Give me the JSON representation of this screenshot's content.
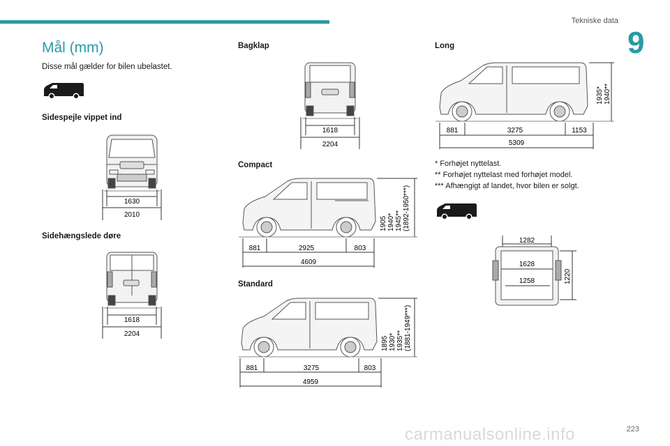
{
  "header": {
    "section_title": "Tekniske data",
    "chapter_number": "9",
    "page_number": "223"
  },
  "left": {
    "title": "Mål (mm)",
    "intro": "Disse mål gælder for bilen ubelastet.",
    "mirror_heading": "Sidespejle vippet ind",
    "mirror_dims": {
      "inner": "1630",
      "outer": "2010"
    },
    "side_door_heading": "Sidehængslede døre",
    "side_door_dims": {
      "inner": "1618",
      "outer": "2204"
    }
  },
  "middle": {
    "tailgate_heading": "Bagklap",
    "tailgate_dims": {
      "inner": "1618",
      "outer": "2204"
    },
    "compact": {
      "heading": "Compact",
      "front": "881",
      "wheelbase": "2925",
      "rear": "803",
      "total": "4609",
      "heights": [
        "1905",
        "1940*",
        "1945**",
        "(1892-1950***)"
      ]
    },
    "standard": {
      "heading": "Standard",
      "front": "881",
      "wheelbase": "3275",
      "rear": "803",
      "total": "4959",
      "heights": [
        "1895",
        "1930*",
        "1935**",
        "(1881-1949***)"
      ]
    }
  },
  "right": {
    "long": {
      "heading": "Long",
      "front": "881",
      "wheelbase": "3275",
      "rear": "1153",
      "total": "5309",
      "heights": [
        "1935*",
        "1940**"
      ]
    },
    "notes": [
      "* Forhøjet nyttelast.",
      "** Forhøjet nyttelast med forhøjet model.",
      "*** Afhængigt af landet, hvor bilen er solgt."
    ],
    "cargo_dims": {
      "top": "1282",
      "middle": "1628",
      "bottom": "1258",
      "height": "1220"
    }
  },
  "watermark": "carmanualsonline.info"
}
